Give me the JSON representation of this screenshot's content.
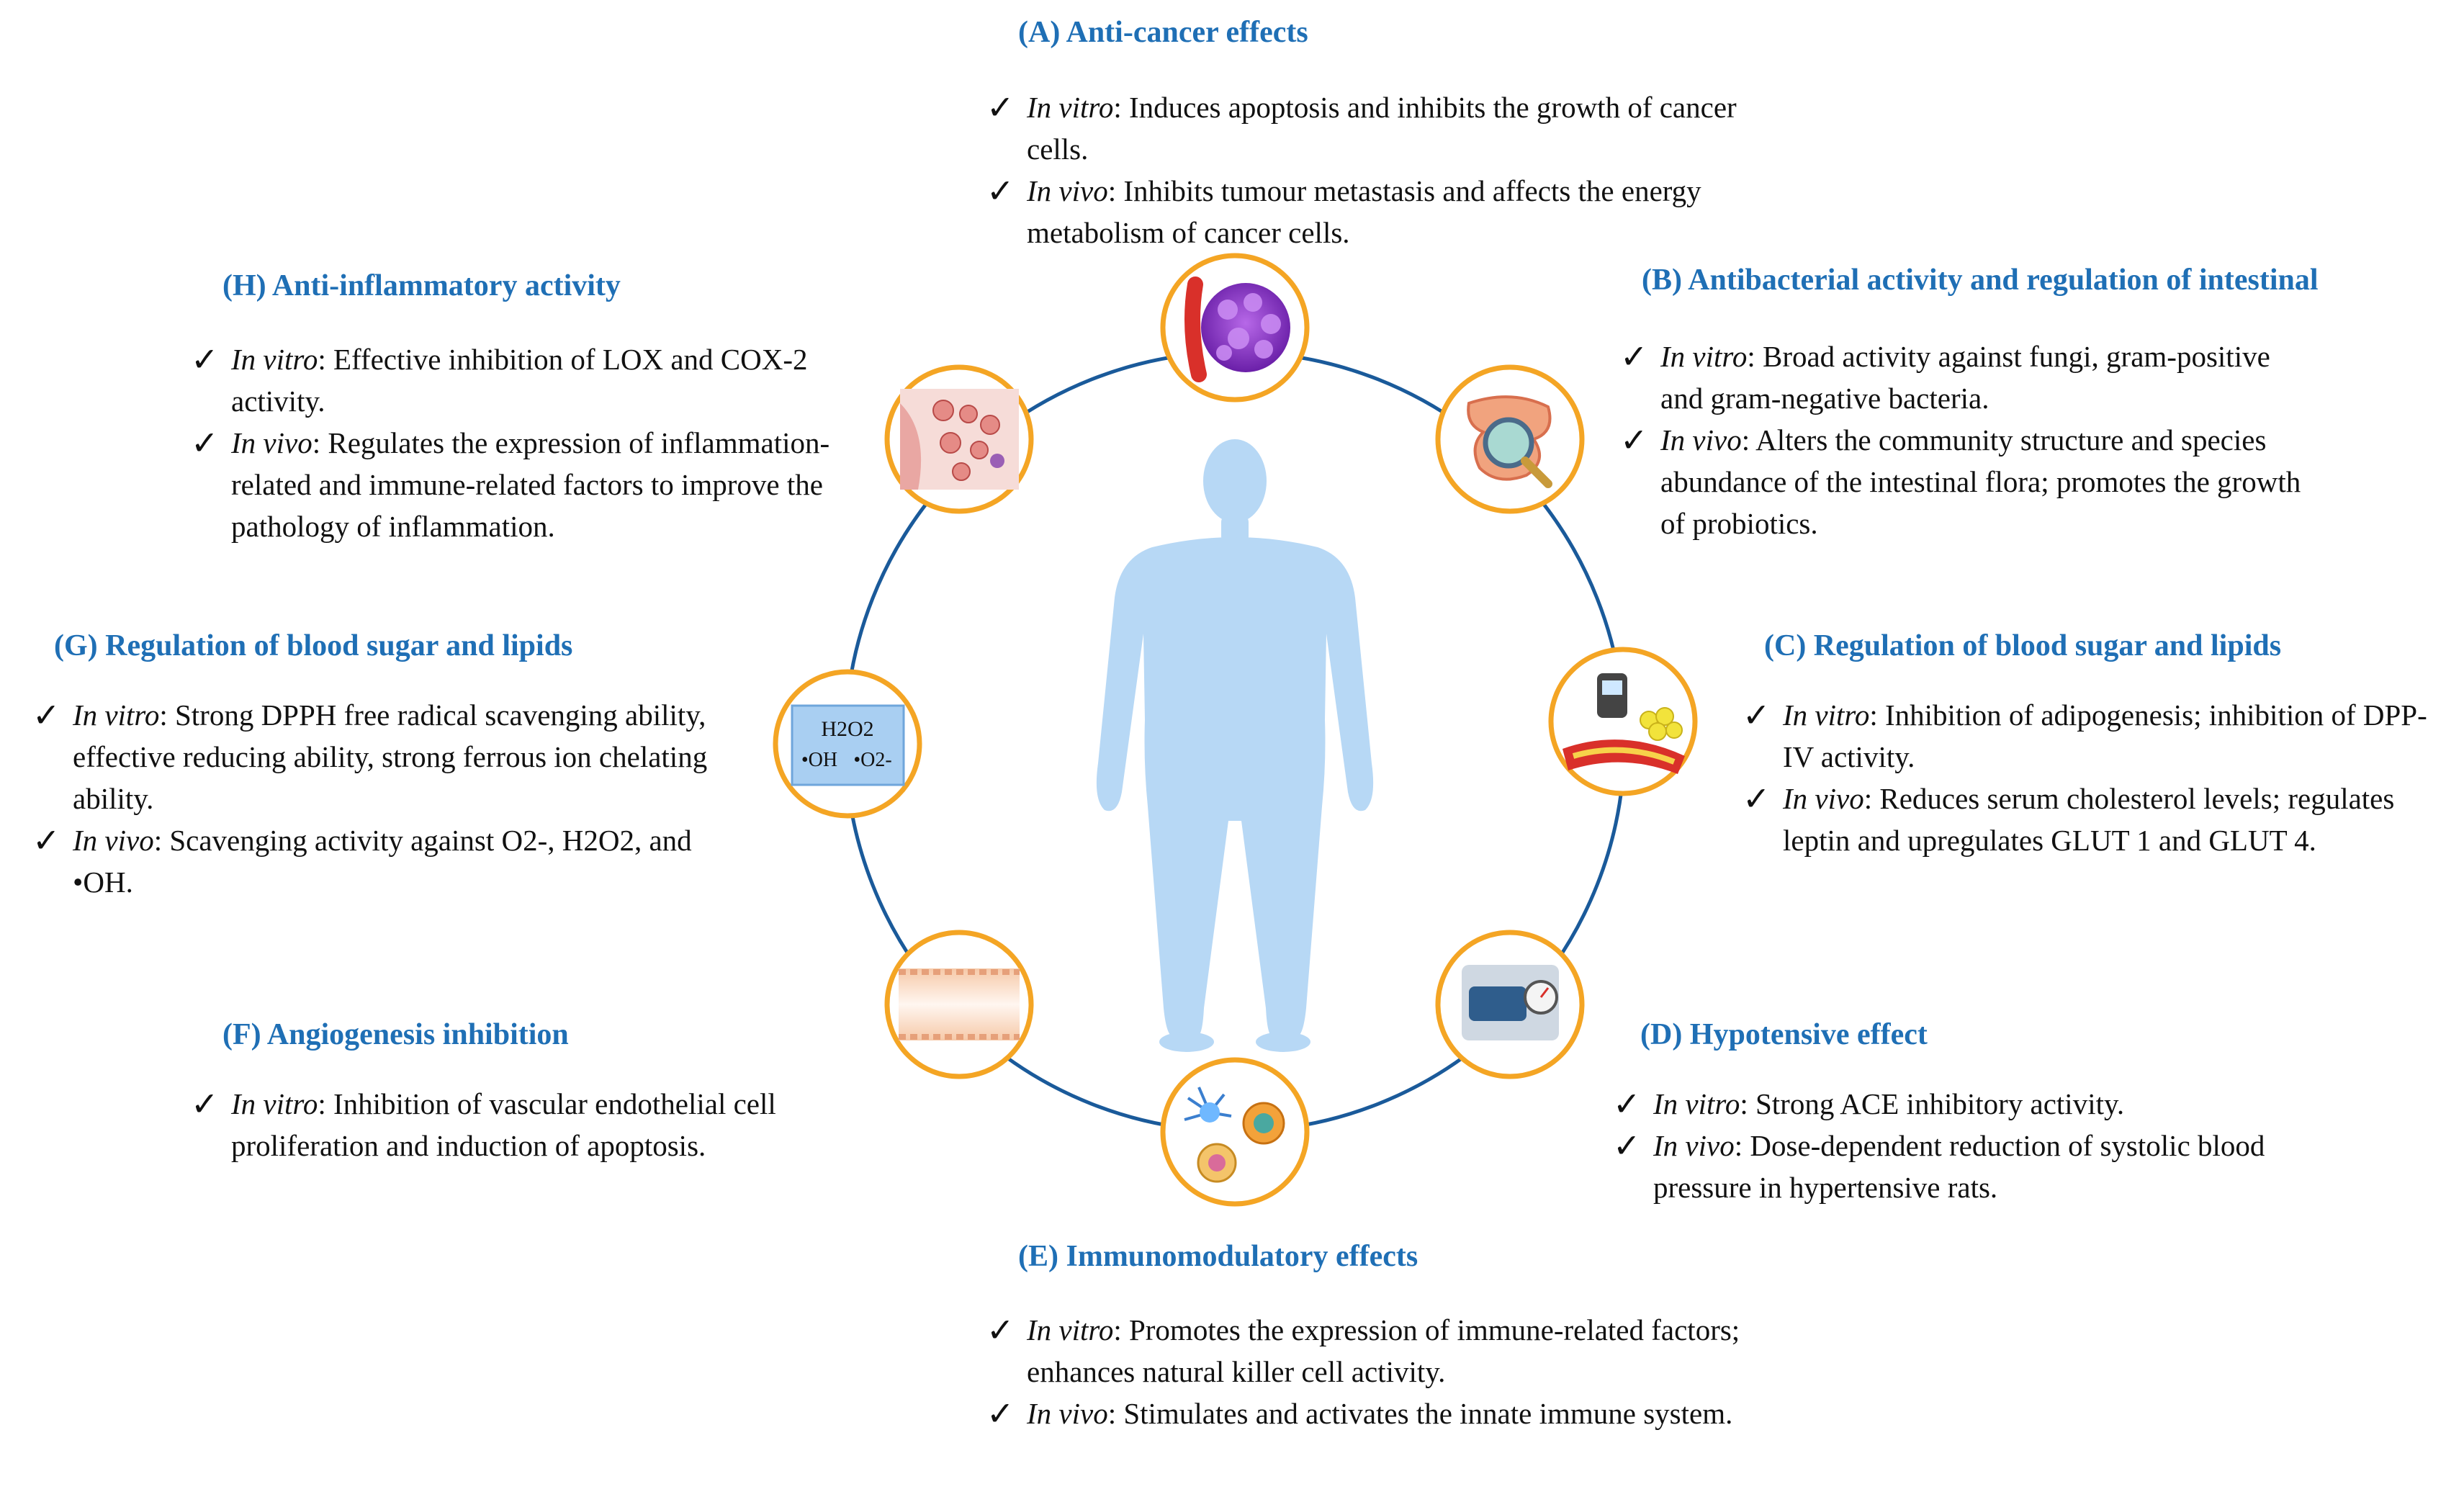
{
  "center": {
    "icon": "human-body-silhouette"
  },
  "colors": {
    "title": "#1f6fb5",
    "ring": "#1a5a9a",
    "node_border": "#f4a524",
    "body": "#b7d8f5"
  },
  "sections": {
    "a": {
      "title": "(A) Anti-cancer effects",
      "icon": "tumor-cell-icon",
      "items": [
        {
          "label": "In vitro",
          "text": ": Induces apoptosis and inhibits the growth of cancer cells."
        },
        {
          "label": "In vivo",
          "text": ": Inhibits tumour metastasis and affects the energy metabolism of cancer cells."
        }
      ]
    },
    "b": {
      "title": "(B) Antibacterial activity and regulation of intestinal",
      "icon": "intestine-magnifier-icon",
      "items": [
        {
          "label": "In vitro",
          "text": ": Broad activity against fungi, gram-positive and gram-negative bacteria."
        },
        {
          "label": "In vivo",
          "text": ": Alters the community structure and species abundance of the intestinal flora; promotes the growth of probiotics."
        }
      ]
    },
    "c": {
      "title": "(C) Regulation of blood sugar and lipids",
      "icon": "glucose-meter-artery-icon",
      "items": [
        {
          "label": "In vitro",
          "text": ": Inhibition of adipogenesis; inhibition of DPP-IV activity."
        },
        {
          "label": "In vivo",
          "text": ": Reduces serum cholesterol levels; regulates leptin and upregulates GLUT 1 and GLUT 4."
        }
      ]
    },
    "d": {
      "title": "(D) Hypotensive effect",
      "icon": "blood-pressure-cuff-icon",
      "items": [
        {
          "label": "In vitro",
          "text": ": Strong ACE inhibitory activity."
        },
        {
          "label": "In vivo",
          "text": ": Dose-dependent reduction of systolic blood pressure in hypertensive rats."
        }
      ]
    },
    "e": {
      "title": "(E) Immunomodulatory effects",
      "icon": "immune-cells-icon",
      "items": [
        {
          "label": "In vitro",
          "text": ": Promotes the expression of immune-related factors; enhances natural killer cell activity."
        },
        {
          "label": "In vivo",
          "text": ": Stimulates and activates the innate immune system."
        }
      ]
    },
    "f": {
      "title": "(F) Angiogenesis inhibition",
      "icon": "blood-vessel-icon",
      "items": [
        {
          "label": "In vitro",
          "text": ": Inhibition of vascular endothelial cell proliferation and induction of apoptosis."
        }
      ]
    },
    "g": {
      "title": "(G) Regulation of blood sugar and lipids",
      "icon": "radicals-box-icon",
      "icon_text": {
        "h2o2": "H2O2",
        "oh": "•OH",
        "o2": "•O2-"
      },
      "items": [
        {
          "label": "In vitro",
          "text": ": Strong DPPH free radical scavenging ability, effective reducing ability, strong ferrous ion chelating ability."
        },
        {
          "label": "In vivo",
          "text": ": Scavenging activity against O2-, H2O2, and •OH."
        }
      ]
    },
    "h": {
      "title": "(H) Anti-inflammatory activity",
      "icon": "inflamed-tissue-icon",
      "items": [
        {
          "label": "In vitro",
          "text": ": Effective inhibition of LOX and COX-2 activity."
        },
        {
          "label": "In vivo",
          "text": ": Regulates the expression of inflammation-related and immune-related factors to improve the pathology of inflammation."
        }
      ]
    }
  }
}
